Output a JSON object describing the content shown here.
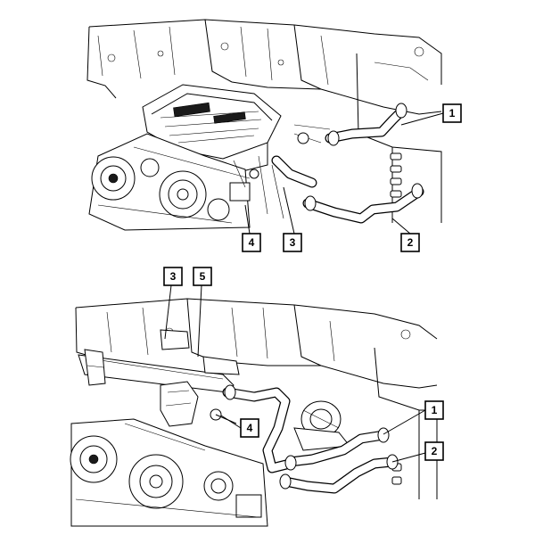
{
  "figure": {
    "top_panel": {
      "callouts": [
        "1",
        "2",
        "3",
        "4"
      ]
    },
    "bottom_panel": {
      "callouts": [
        "3",
        "5",
        "1",
        "2",
        "4"
      ]
    }
  }
}
